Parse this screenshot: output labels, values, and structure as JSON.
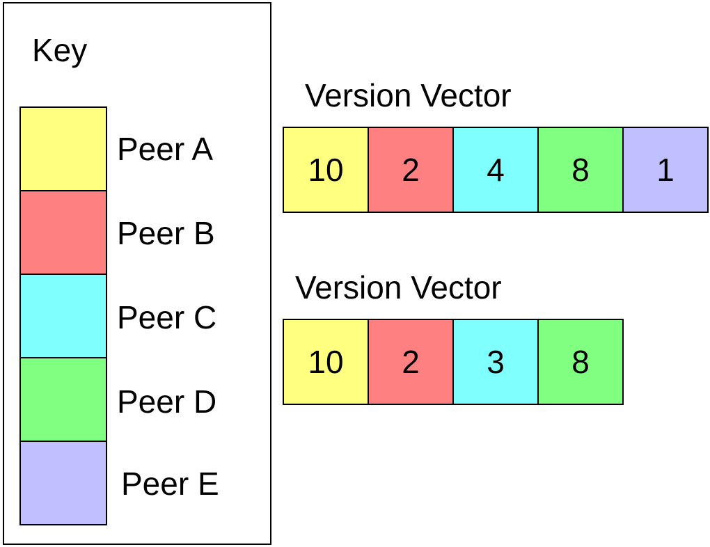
{
  "key": {
    "title": "Key",
    "peers": [
      {
        "label": "Peer A",
        "color": "#ffff80"
      },
      {
        "label": "Peer B",
        "color": "#ff8080"
      },
      {
        "label": "Peer C",
        "color": "#80ffff"
      },
      {
        "label": "Peer D",
        "color": "#80ff80"
      },
      {
        "label": "Peer E",
        "color": "#c0c0ff"
      }
    ]
  },
  "vectors": [
    {
      "title": "Version Vector",
      "entries": [
        {
          "value": "10",
          "color": "#ffff80"
        },
        {
          "value": "2",
          "color": "#ff8080"
        },
        {
          "value": "4",
          "color": "#80ffff"
        },
        {
          "value": "8",
          "color": "#80ff80"
        },
        {
          "value": "1",
          "color": "#c0c0ff"
        }
      ]
    },
    {
      "title": "Version Vector",
      "entries": [
        {
          "value": "10",
          "color": "#ffff80"
        },
        {
          "value": "2",
          "color": "#ff8080"
        },
        {
          "value": "3",
          "color": "#80ffff"
        },
        {
          "value": "8",
          "color": "#80ff80"
        }
      ]
    }
  ]
}
